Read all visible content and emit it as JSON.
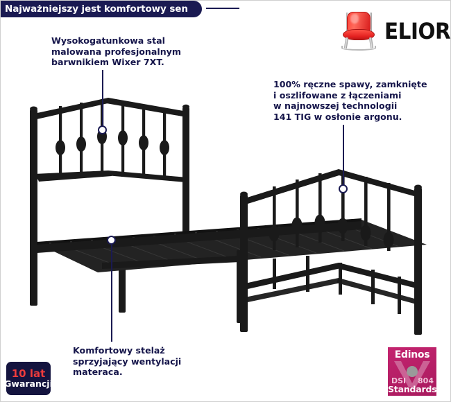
{
  "header": {
    "banner_text": "Najważniejszy jest komfortowy sen",
    "banner_color": "#1a1a52"
  },
  "logo": {
    "brand": "ELIOR",
    "icon": "red-chair-icon",
    "chair_color": "#e32020",
    "text_color": "#111111"
  },
  "callouts": [
    {
      "id": "steel",
      "text": "Wysokogatunkowa stal\nmalowana profesjonalnym\nbarwnikiem Wixer 7XT."
    },
    {
      "id": "welds",
      "text": "100% ręczne spawy, zamknięte\ni oszlifowane z łączeniami\nw najnowszej technologii\n141 TIG w osłonie argonu."
    },
    {
      "id": "slats",
      "text": "Komfortowy stelaż\nsprzyjający wentylacji\nmateraca."
    }
  ],
  "badges": {
    "warranty": {
      "line1": "10 lat",
      "line2": "Gwarancji",
      "bg": "#14143f",
      "accent": "#ef3c3c"
    },
    "edinos": {
      "name": "Edinos",
      "code_left": "DSI",
      "code_right": "804",
      "standards": "Standards",
      "bg": "#b6206a"
    }
  },
  "product": {
    "name": "black-metal-bed-frame",
    "frame_color": "#1a1a1a"
  }
}
